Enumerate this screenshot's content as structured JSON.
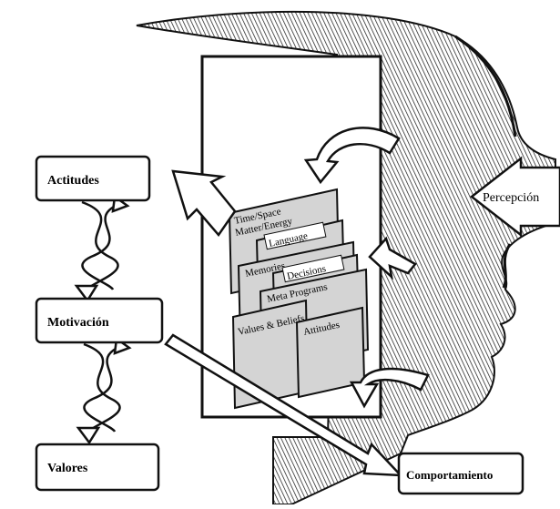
{
  "boxes": {
    "actitudes": "Actitudes",
    "motivacion": "Motivación",
    "valores": "Valores",
    "comportamiento": "Comportamiento"
  },
  "arrow_labels": {
    "percepcion": "Percepción"
  },
  "filters": {
    "time_space_1": "Time/Space",
    "time_space_2": "Matter/Energy",
    "language": "Language",
    "memories": "Memories",
    "decisions": "Decisions",
    "meta_programs": "Meta Programs",
    "values_beliefs": "Values & Beliefs",
    "attitudes": "Attitudes"
  },
  "colors": {
    "ink": "#111111",
    "card_fill": "#d4d4d4",
    "background": "#ffffff"
  }
}
